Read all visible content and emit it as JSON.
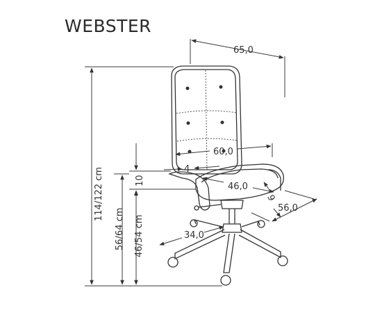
{
  "title": "WEBSTER",
  "dimensions": {
    "depth_top": "65,0",
    "total_height": "114/122 cm",
    "seat_width": "60,0",
    "armrest": "4",
    "backrest_gap": "10",
    "seat_depth": "46,0",
    "seat_thickness": "9",
    "seat_depth_full": "56,0",
    "base_radius": "34,0",
    "seat_height": "56/64 cm",
    "armrest_height": "46/54 cm"
  },
  "colors": {
    "line": "#333333",
    "text": "#2a2a2a"
  }
}
